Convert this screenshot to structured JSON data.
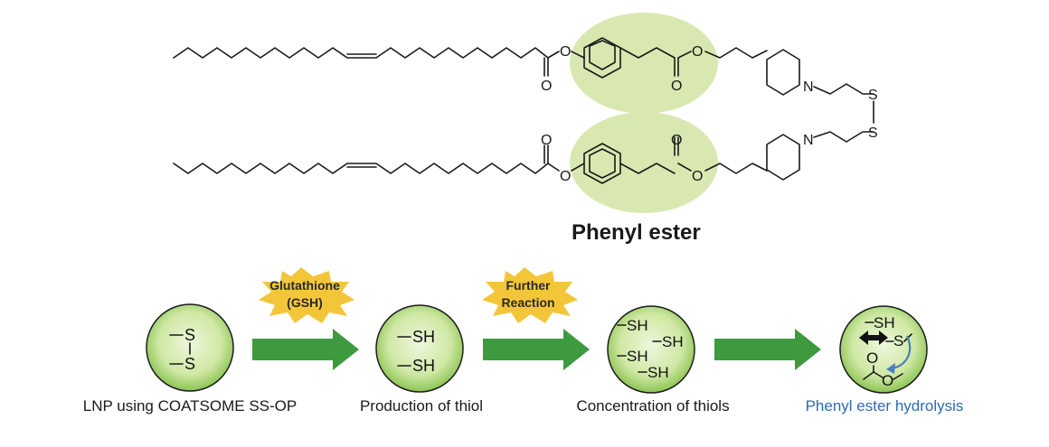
{
  "molecule": {
    "atoms": {
      "oxygen": "O",
      "nitrogen": "N",
      "sulfur": "S"
    },
    "highlight_label": "Phenyl ester",
    "highlight_color": "#d9e8b0"
  },
  "process": {
    "reagents": [
      {
        "line1": "Glutathione",
        "line2": "(GSH)"
      },
      {
        "line1": "Further",
        "line2": "Reaction"
      }
    ],
    "particles": [
      {
        "lines": [
          "S",
          "S"
        ]
      },
      {
        "lines": [
          "SH",
          "SH"
        ]
      },
      {
        "lines": [
          "SH",
          "SH",
          "SH",
          "SH"
        ]
      },
      {
        "lines": [
          "SH",
          "S",
          "O",
          "O"
        ]
      }
    ],
    "captions": [
      "LNP using COATSOME SS-OP",
      "Production of thiol",
      "Concentration of thiols",
      "Phenyl ester hydrolysis"
    ],
    "colors": {
      "arrow": "#3d9a3f",
      "burst": "#f3c63a",
      "particle_inner": "#e9f4d2",
      "particle_outer": "#8cc454",
      "particle_stroke": "#1d1d1d",
      "accent_caption": "#2e6bb0",
      "hydrolysis_arrow": "#4a7ebf"
    }
  }
}
